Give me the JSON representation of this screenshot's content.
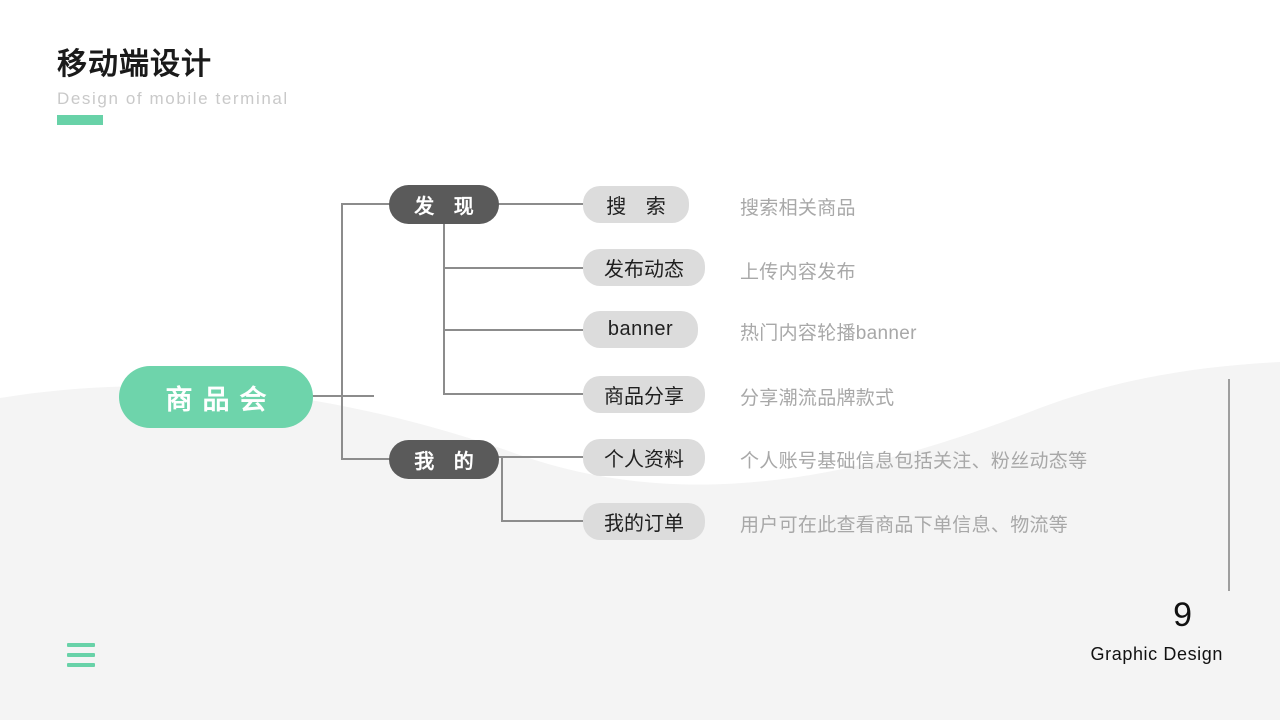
{
  "header": {
    "title": "移动端设计",
    "subtitle": "Design of mobile terminal",
    "accent_color": "#68d2a8"
  },
  "mindmap": {
    "root": {
      "label": "商品会",
      "color": "#6ed4ab",
      "text_color": "#ffffff"
    },
    "branches": [
      {
        "label": "发 现",
        "color": "#5a5a5a",
        "text_color": "#ffffff"
      },
      {
        "label": "我 的",
        "color": "#5a5a5a",
        "text_color": "#ffffff"
      }
    ],
    "leaves": [
      {
        "label": "搜 索",
        "description": "搜索相关商品"
      },
      {
        "label": "发布动态",
        "description": "上传内容发布"
      },
      {
        "label": "banner",
        "description": "热门内容轮播banner"
      },
      {
        "label": "商品分享",
        "description": "分享潮流品牌款式"
      },
      {
        "label": "个人资料",
        "description": "个人账号基础信息包括关注、粉丝动态等"
      },
      {
        "label": "我的订单",
        "description": "用户可在此查看商品下单信息、物流等"
      }
    ],
    "leaf_color": "#dcdcdc",
    "connector_color": "#8c8c8c",
    "description_color": "#a8a8a8"
  },
  "footer": {
    "page_number": "9",
    "label": "Graphic Design",
    "menu_icon": "hamburger-icon"
  }
}
